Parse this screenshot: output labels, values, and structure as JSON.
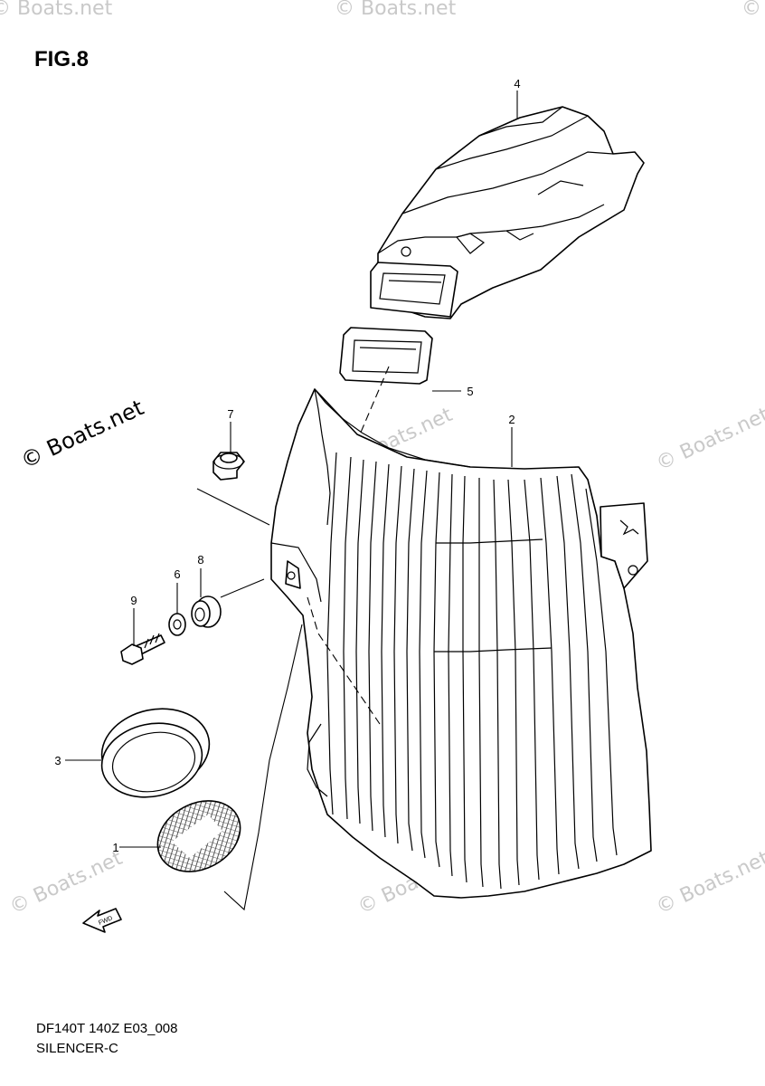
{
  "figure": {
    "title": "FIG.8",
    "model_code": "DF140T 140Z E03_008",
    "subtitle": "SILENCER-C"
  },
  "callouts": [
    "1",
    "2",
    "3",
    "4",
    "5",
    "6",
    "7",
    "8",
    "9"
  ],
  "watermark": {
    "text": "© Boats.net"
  },
  "direction_arrow": {
    "label": "FWD"
  },
  "colors": {
    "line": "#000000",
    "watermark": "#c9c9c9",
    "mesh": "#555555"
  }
}
